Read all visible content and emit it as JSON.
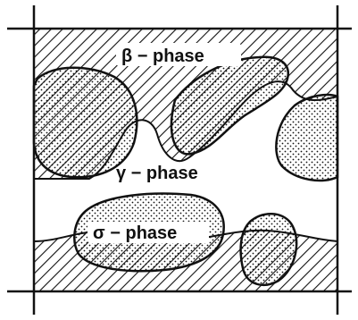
{
  "labels": {
    "beta": "β − phase",
    "gamma": "γ − phase",
    "sigma": "σ − phase"
  },
  "colors": {
    "ink": "#111111",
    "background": "#ffffff"
  }
}
